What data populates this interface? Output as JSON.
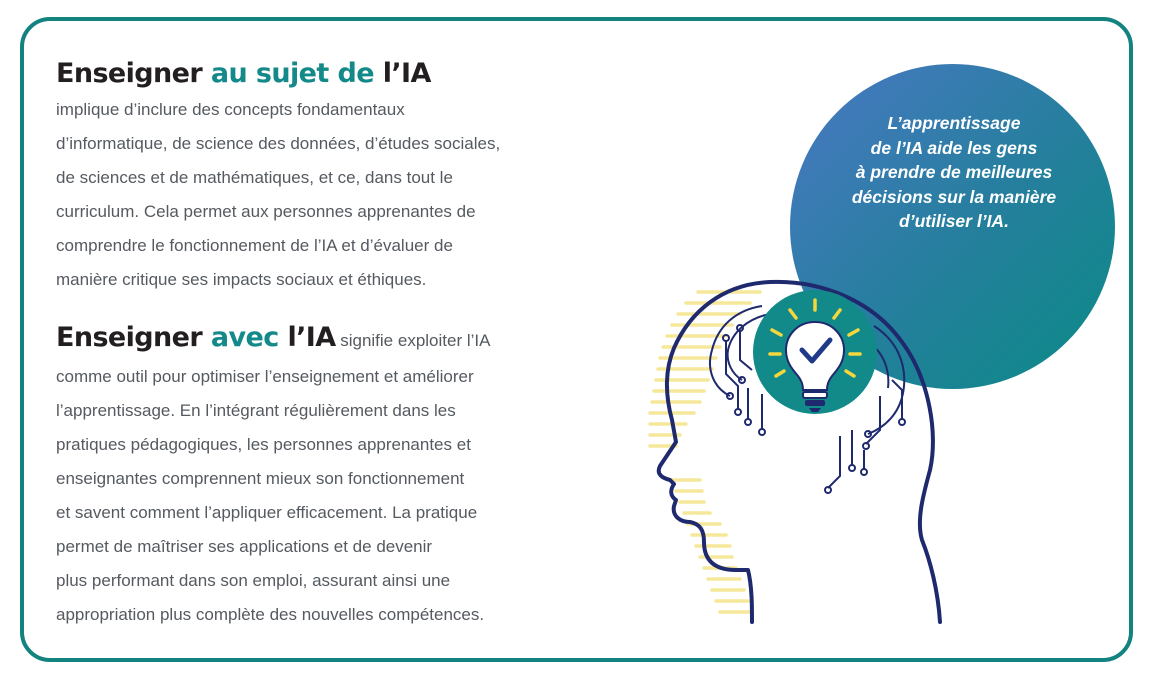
{
  "section1": {
    "heading_pre": "Enseigner ",
    "heading_accent": "au sujet de",
    "heading_post": " l’IA",
    "lines": [
      "implique d’inclure des concepts fondamentaux",
      "d’informatique, de science des données, d’études sociales,",
      "de sciences et de mathématiques, et ce, dans tout le",
      "curriculum. Cela permet aux personnes apprenantes de",
      "comprendre le fonctionnement de l’IA et d’évaluer de",
      "manière critique ses impacts sociaux et éthiques."
    ]
  },
  "section2": {
    "heading_pre": "Enseigner ",
    "heading_accent": "avec",
    "heading_post": " l’IA",
    "heading_tail": " signifie exploiter l’IA",
    "lines": [
      "comme outil pour optimiser l’enseignement et améliorer",
      "l’apprentissage. En l’intégrant régulièrement dans les",
      "pratiques pédagogiques, les personnes apprenantes et",
      "enseignantes comprennent mieux son fonctionnement",
      "et savent comment l’appliquer efficacement. La pratique",
      "permet de maîtriser ses applications et de devenir",
      "plus performant dans son emploi, assurant ainsi une",
      "appropriation plus complète des nouvelles compétences."
    ]
  },
  "bubble": {
    "lines": [
      "L’apprentissage",
      "de l’IA aide les gens",
      "à prendre de meilleures",
      "décisions sur la manière",
      "d’utiliser l’IA."
    ]
  },
  "colors": {
    "border": "#13837f",
    "accent": "#138a89",
    "head_outline": "#1f2a6e",
    "bulb_circle": "#128a8a",
    "rays": "#f5d63d",
    "stripes": "#f6e89a"
  },
  "icons": [
    "head-profile-icon",
    "lightbulb-icon",
    "checkmark-icon",
    "circuit-brain-icon"
  ]
}
